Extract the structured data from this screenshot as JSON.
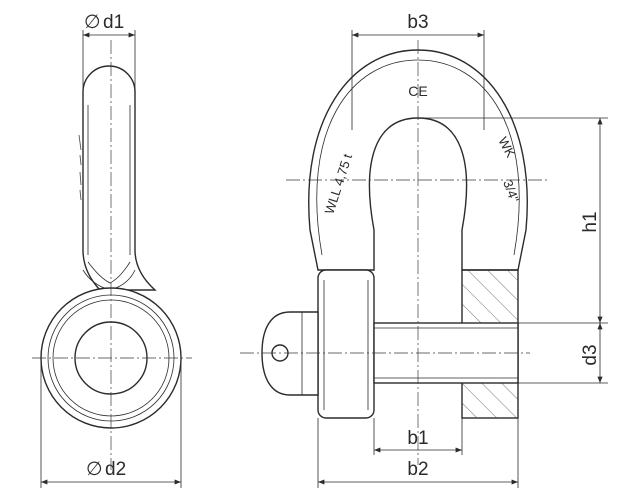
{
  "labels": {
    "d1": "d1",
    "d2": "d2",
    "b1": "b1",
    "b2": "b2",
    "b3": "b3",
    "h1": "h1",
    "d3": "d3",
    "diameter_symbol": "∅"
  },
  "markings": {
    "wll": "WLL 4,75 t",
    "brand": "WK",
    "size": "3/4\"",
    "ce": "CE"
  }
}
